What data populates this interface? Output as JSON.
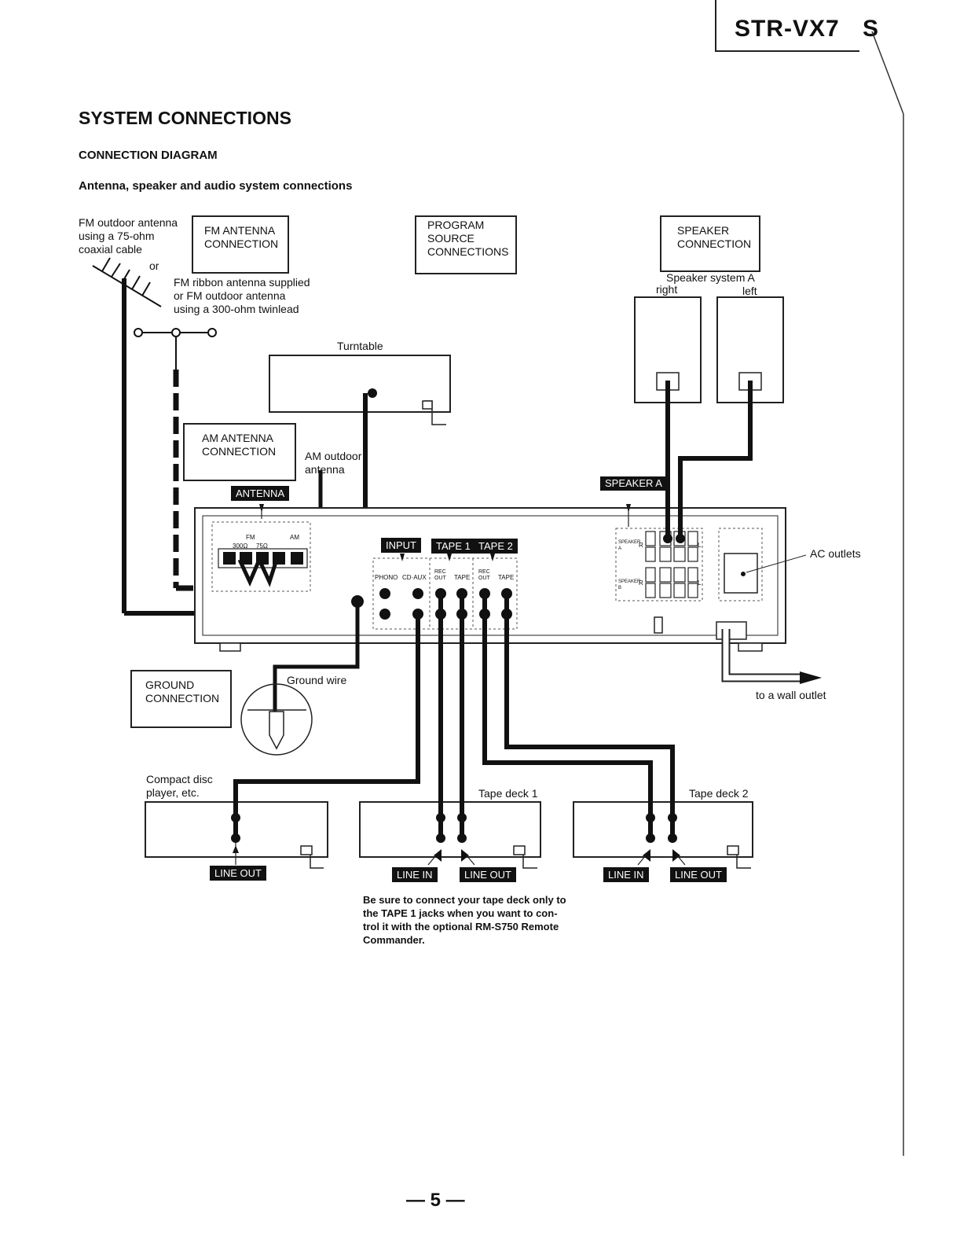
{
  "header": {
    "model": "STR-VX7",
    "cut_glyph": "S"
  },
  "section_title": "SYSTEM CONNECTIONS",
  "subsection_title": "CONNECTION DIAGRAM",
  "diagram_caption": "Antenna, speaker and audio system connections",
  "boxes": {
    "fm_antenna": "FM ANTENNA\nCONNECTION",
    "program_source": "PROGRAM\nSOURCE\nCONNECTIONS",
    "speaker": "SPEAKER\nCONNECTION",
    "am_antenna": "AM ANTENNA\nCONNECTION",
    "ground": "GROUND\nCONNECTION"
  },
  "labels": {
    "fm_outdoor": "FM outdoor antenna\nusing a 75-ohm\ncoaxial cable",
    "or": "or",
    "fm_ribbon": "FM ribbon antenna supplied\nor FM outdoor antenna\nusing a 300-ohm twinlead",
    "turntable": "Turntable",
    "am_outdoor": "AM outdoor\nantenna",
    "speaker_system": "Speaker system A",
    "right": "right",
    "left": "left",
    "ac_outlets": "AC outlets",
    "wall_outlet": "to a wall outlet",
    "ground_wire": "Ground wire",
    "cd_player": "Compact disc\nplayer, etc.",
    "tape_deck_1": "Tape deck 1",
    "tape_deck_2": "Tape deck 2"
  },
  "tags": {
    "antenna": "ANTENNA",
    "speaker_a": "SPEAKER\nA",
    "input": "INPUT",
    "tape1": "TAPE 1",
    "tape2": "TAPE 2",
    "cd_line_out": "LINE OUT",
    "deck1_line_in": "LINE IN",
    "deck1_line_out": "LINE OUT",
    "deck2_line_in": "LINE IN",
    "deck2_line_out": "LINE OUT"
  },
  "panel": {
    "fm": "FM",
    "am": "AM",
    "ohm300": "300Ω",
    "ohm75": "75Ω",
    "phono": "PHONO",
    "cd_aux": "CD·AUX",
    "rec_out": "REC\nOUT",
    "tape": "TAPE",
    "speaker_a": "SPEAKER\nA",
    "speaker_b": "SPEAKER\nB",
    "r": "R",
    "l": "L"
  },
  "note": "Be sure to connect your tape deck only to\nthe TAPE 1 jacks when you want to con-\ntrol it with the optional RM-S750 Remote\nCommander.",
  "page_number": "— 5 —"
}
